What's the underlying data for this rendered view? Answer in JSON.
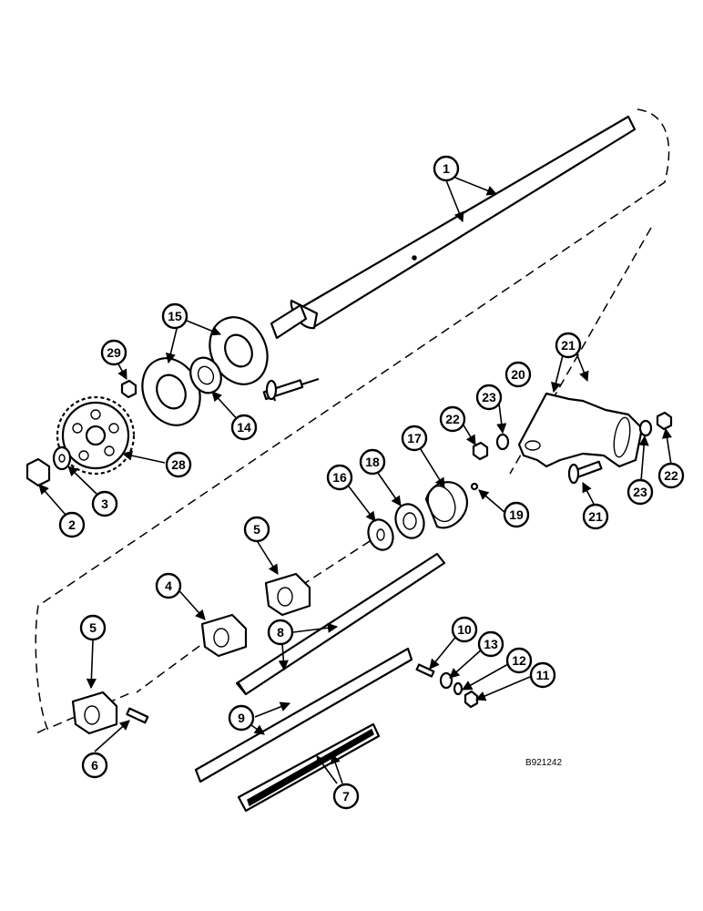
{
  "diagram": {
    "reference_code": "B921242",
    "callouts": [
      "1",
      "2",
      "3",
      "4",
      "5",
      "5",
      "6",
      "7",
      "8",
      "9",
      "10",
      "11",
      "12",
      "13",
      "14",
      "15",
      "16",
      "17",
      "18",
      "19",
      "20",
      "21",
      "21",
      "22",
      "22",
      "23",
      "23",
      "28",
      "29"
    ]
  }
}
